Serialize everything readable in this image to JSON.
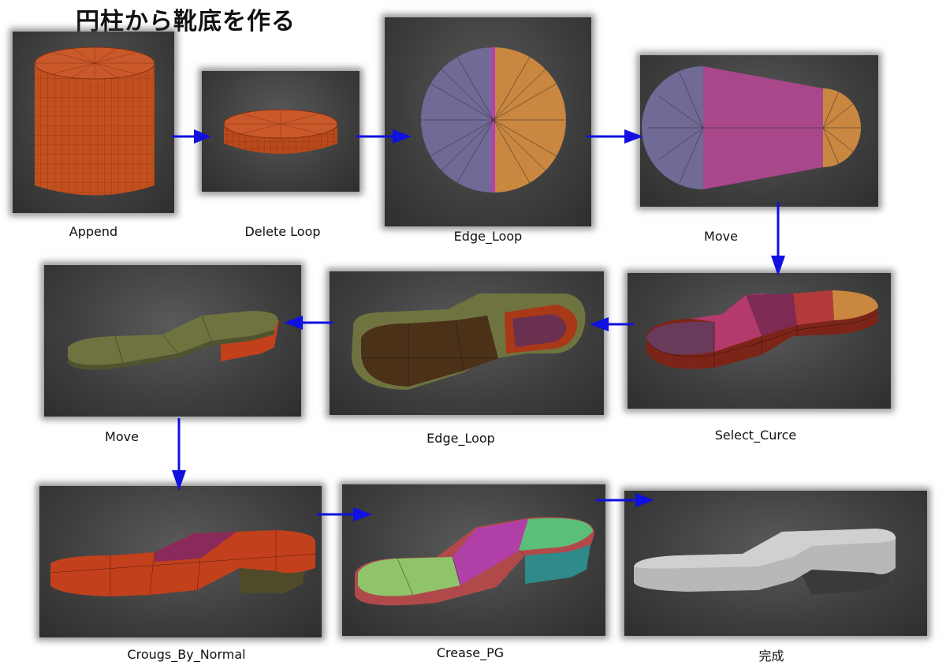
{
  "title": "円柱から靴底を作る",
  "steps": [
    {
      "label": "Append"
    },
    {
      "label": "Delete Loop"
    },
    {
      "label": "Edge_Loop"
    },
    {
      "label": "Move"
    },
    {
      "label": "Select_Curce"
    },
    {
      "label": "Edge_Loop"
    },
    {
      "label": "Move"
    },
    {
      "label": "Crougs_By_Normal"
    },
    {
      "label": "Crease_PG"
    },
    {
      "label": "完成"
    }
  ],
  "colors": {
    "arrow": "#1010e0",
    "mesh_orange": "#c2501f",
    "polygroup_purple": "#6f6a96",
    "polygroup_tan": "#c98740",
    "polygroup_magenta": "#8a3d6e",
    "polygroup_olive": "#6f7340",
    "polygroup_green": "#6fae4f",
    "final_gray": "#bdbdbd"
  }
}
